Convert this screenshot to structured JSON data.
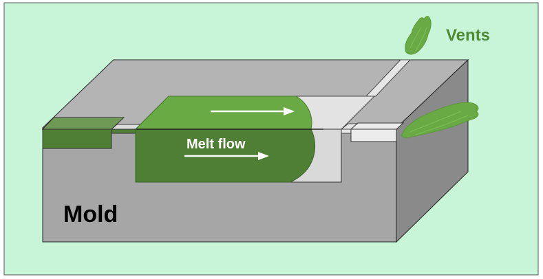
{
  "labels": {
    "vents": "Vents",
    "melt_flow": "Melt flow",
    "mold": "Mold"
  },
  "colors": {
    "background": "#c8f5d8",
    "border": "#555555",
    "mold_top": "#b4b4b4",
    "mold_front": "#a6a6a6",
    "mold_side": "#8a8a8a",
    "melt_light": "#6aaa45",
    "melt_dark": "#4f7f35",
    "cavity_empty": "#d9d9d9",
    "vent_label": "#4e8a35",
    "arrow": "#ffffff"
  }
}
